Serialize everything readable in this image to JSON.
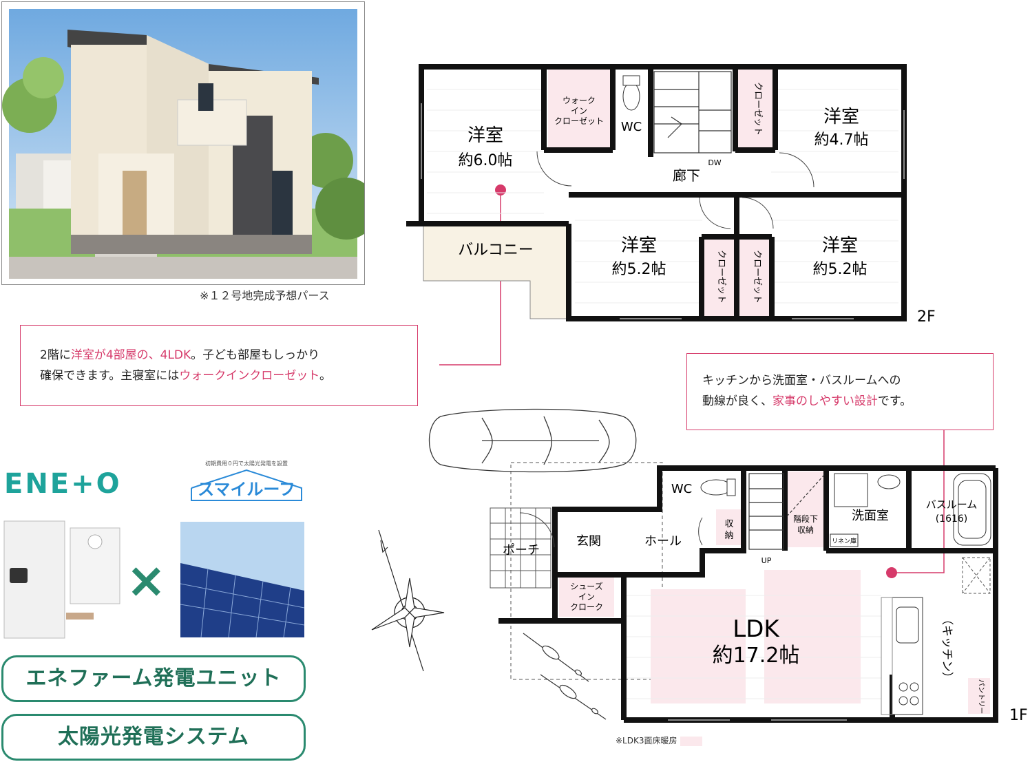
{
  "photo": {
    "caption": "※１２号地完成予想パース"
  },
  "callout_2f": {
    "line1_a": "2階に",
    "line1_hl": "洋室が4部屋の、4LDK",
    "line1_b": "。子ども部屋もしっかり",
    "line2_a": "確保できます。主寝室には",
    "line2_hl": "ウォークインクローゼット",
    "line2_b": "。"
  },
  "callout_1f": {
    "line1": "キッチンから洗面室・バスルームへの",
    "line2_a": "動線が良く、",
    "line2_hl": "家事のしやすい設計",
    "line2_b": "です。"
  },
  "floor2": {
    "label": "2F",
    "room_master": "洋室",
    "room_master_size": "約6.0帖",
    "wic_l1": "ウォーク",
    "wic_l2": "イン",
    "wic_l3": "クローゼット",
    "wc": "WC",
    "closet": "クローゼット",
    "room_ne": "洋室",
    "room_ne_size": "約4.7帖",
    "hall": "廊下",
    "dw": "DW",
    "balcony": "バルコニー",
    "room_sw": "洋室",
    "room_sw_size": "約5.2帖",
    "room_se": "洋室",
    "room_se_size": "約5.2帖"
  },
  "floor1": {
    "label": "1F",
    "wc": "WC",
    "storage_l1": "収",
    "storage_l2": "納",
    "under_stairs_l1": "階段下",
    "under_stairs_l2": "収納",
    "washroom": "洗面室",
    "linen": "リネン庫",
    "bath_l1": "バスルーム",
    "bath_l2": "(1616)",
    "porch": "ポーチ",
    "entrance": "玄関",
    "hall": "ホール",
    "up": "UP",
    "shoes_l1": "シューズ",
    "shoes_l2": "イン",
    "shoes_l3": "クローク",
    "ldk": "LDK",
    "ldk_size": "約17.2帖",
    "kitchen": "（キッチン）",
    "pantry": "パントリー"
  },
  "note": "※LDK3面床暖房",
  "energy": {
    "brand": "ENE+O",
    "smile_tagline": "初期費用０円で太陽光発電を設置",
    "smile_label": "スマイルーフ",
    "times": "×",
    "pill1": "エネファーム発電ユニット",
    "pill2": "太陽光発電システム"
  },
  "colors": {
    "accent": "#d63a6a",
    "green": "#2a8a6f",
    "teal": "#1ea39b",
    "closet_fill": "#fbe8ec",
    "balcony_fill": "#f8f2e4"
  }
}
